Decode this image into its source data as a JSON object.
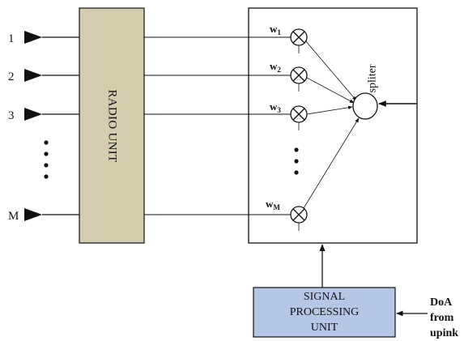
{
  "inputs": [
    "1",
    "2",
    "3",
    "M"
  ],
  "radio_unit": {
    "label": "RADIO UNIT",
    "color": "#d6ccae"
  },
  "weights": [
    {
      "main": "w",
      "sub": "1"
    },
    {
      "main": "w",
      "sub": "2"
    },
    {
      "main": "w",
      "sub": "3"
    },
    {
      "main": "w",
      "sub": "M"
    }
  ],
  "splitter": {
    "label": "spliter"
  },
  "signal_processing": {
    "line1": "SIGNAL",
    "line2": "PROCESSING",
    "line3": "UNIT",
    "color": "#b4c7e5"
  },
  "doa": {
    "line1": "DoA",
    "line2": "from",
    "line3": "upink"
  }
}
